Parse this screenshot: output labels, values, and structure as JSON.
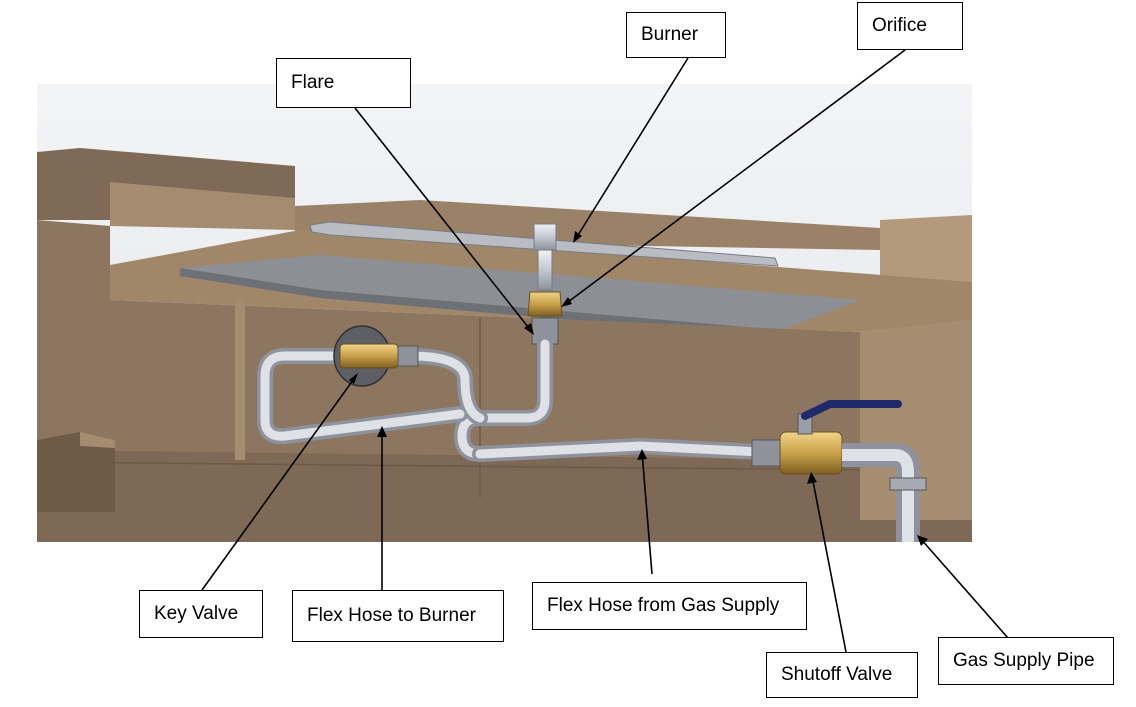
{
  "labels": {
    "burner": "Burner",
    "orifice": "Orifice",
    "flare": "Flare",
    "key_valve": "Key Valve",
    "flex_hose_to_burner": "Flex Hose to Burner",
    "flex_hose_from_gas_supply": "Flex Hose from Gas Supply",
    "shutoff_valve": "Shutoff Valve",
    "gas_supply_pipe": "Gas Supply Pipe"
  },
  "colors": {
    "wall": "#8c7660",
    "wall_light": "#b39a7d",
    "wall_dark": "#6e5a47",
    "sky": "#eef0f3",
    "pipe": "#c9ccd3",
    "brass": "#c9a14a",
    "handle": "#1f2a6b",
    "leader": "#000000"
  }
}
